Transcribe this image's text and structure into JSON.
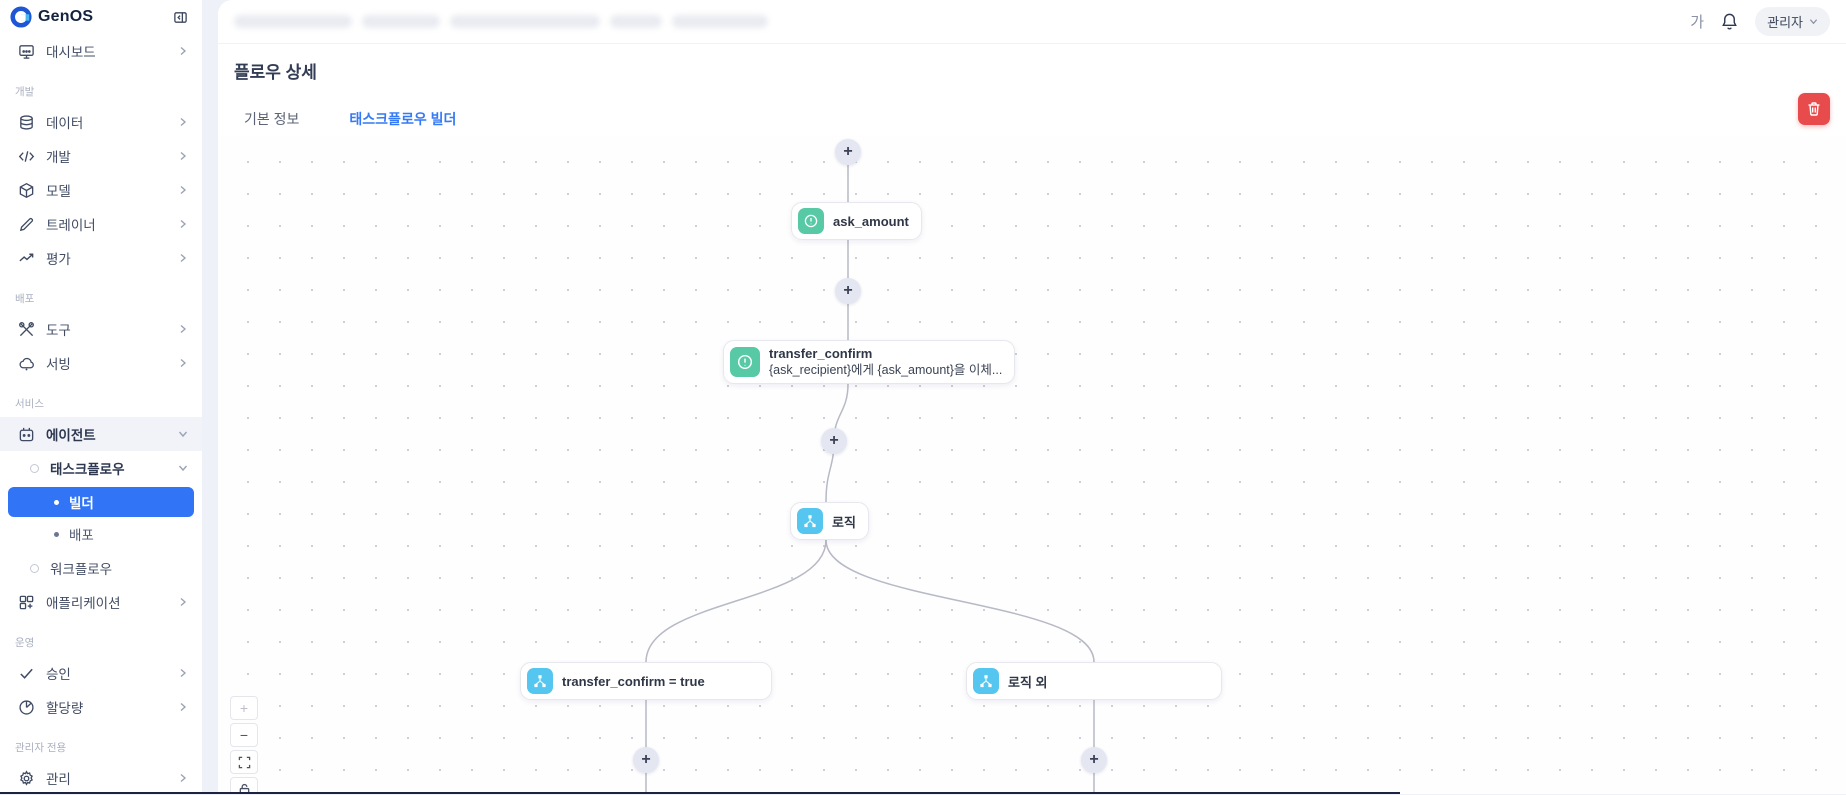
{
  "brand": {
    "name": "GenOS"
  },
  "topbar": {
    "font_button": "가",
    "profile_label": "관리자"
  },
  "sidebar": {
    "dashboard": "대시보드",
    "sections": {
      "dev": "개발",
      "deploy": "배포",
      "service": "서비스",
      "ops": "운영",
      "admin": "관리자 전용"
    },
    "items": {
      "data": "데이터",
      "dev": "개발",
      "model": "모델",
      "trainer": "트레이너",
      "eval": "평가",
      "tools": "도구",
      "serving": "서빙",
      "agent": "에이전트",
      "taskflow": "태스크플로우",
      "builder": "빌더",
      "deploy": "배포",
      "workflow": "워크플로우",
      "application": "애플리케이션",
      "approval": "승인",
      "quota": "할당량",
      "admin": "관리"
    }
  },
  "page": {
    "title": "플로우 상세",
    "tabs": {
      "basic": "기본 정보",
      "builder": "태스크플로우 빌더"
    }
  },
  "flow": {
    "plus": "+",
    "nodes": {
      "ask_amount": {
        "label": "ask_amount"
      },
      "transfer_confirm": {
        "label": "transfer_confirm",
        "subtitle": "{ask_recipient}에게 {ask_amount}을 이체..."
      },
      "logic": {
        "label": "로직"
      },
      "branch_true": {
        "label": "transfer_confirm = true"
      },
      "branch_else": {
        "label": "로직 외"
      }
    }
  },
  "canvas_controls": {
    "zoom_in": "+",
    "zoom_out": "−"
  },
  "colors": {
    "accent": "#3579f6",
    "selected_blue": "#3174f5",
    "node_green": "#57c9a4",
    "node_cyan": "#55c6f0",
    "danger": "#e84b4b"
  }
}
